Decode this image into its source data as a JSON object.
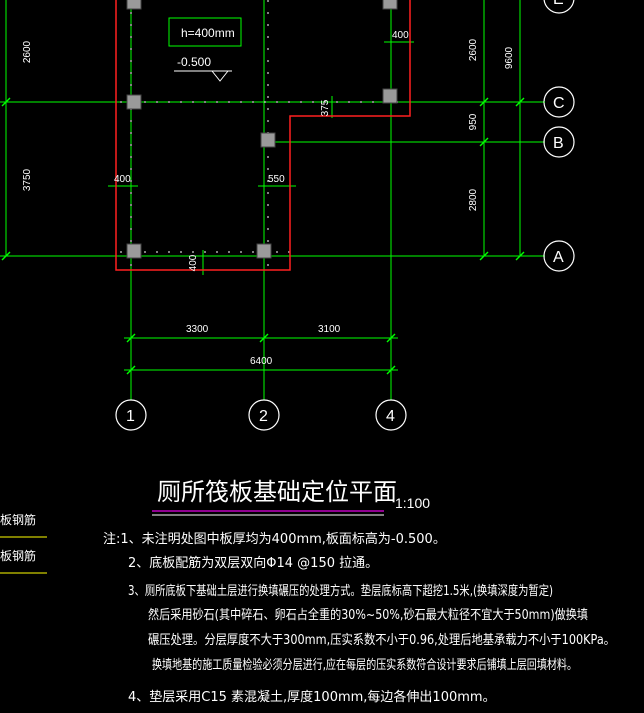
{
  "drawing": {
    "title": "厕所筏板基础定位平面",
    "scale": "1:100",
    "slab_note": "h=400mm",
    "elevation": "-0.500"
  },
  "axes": {
    "rows": [
      {
        "label": "C"
      },
      {
        "label": "B"
      },
      {
        "label": "A"
      },
      {
        "label": "E"
      }
    ],
    "cols": [
      {
        "label": "1"
      },
      {
        "label": "2"
      },
      {
        "label": "4"
      }
    ]
  },
  "dimensions": {
    "left_2600": "2600",
    "left_3750": "3750",
    "right_2600": "2600",
    "right_9600": "9600",
    "right_950": "950",
    "right_2800": "2800",
    "d400_top": "400",
    "d375": "375",
    "d400_left": "400",
    "d550": "550",
    "d400_bottom": "400",
    "d3300": "3300",
    "d3100": "3100",
    "d6400": "6400"
  },
  "legend": {
    "item1": "板钢筋",
    "item2": "板钢筋"
  },
  "notes": [
    "注:1、未注明处图中板厚均为400mm,板面标高为-0.500。",
    "2、底板配筋为双层双向Φ14 @150 拉通。",
    "3、厕所底板下基础土层进行换填碾压的处理方式。垫层底标高下超挖1.5米,(换填深度为暂定)",
    "然后采用砂石(其中碎石、卵石占全重的30%~50%,砂石最大粒径不宜大于50mm)做换填",
    "碾压处理。分层厚度不大于300mm,压实系数不小于0.96,处理后地基承载力不小于100KPa。",
    "换填地基的施工质量检验必须分层进行,应在每层的压实系数符合设计要求后铺填上层回填材料。",
    "4、垫层采用C15 素混凝土,厚度100mm,每边各伸出100mm。"
  ],
  "colors": {
    "axis": "#00ff00",
    "outline": "#ff2020",
    "column": "#9a9a9a",
    "grid": "#ffffff",
    "title_underline": "#c000c0",
    "legend_line": "#ffff00"
  }
}
